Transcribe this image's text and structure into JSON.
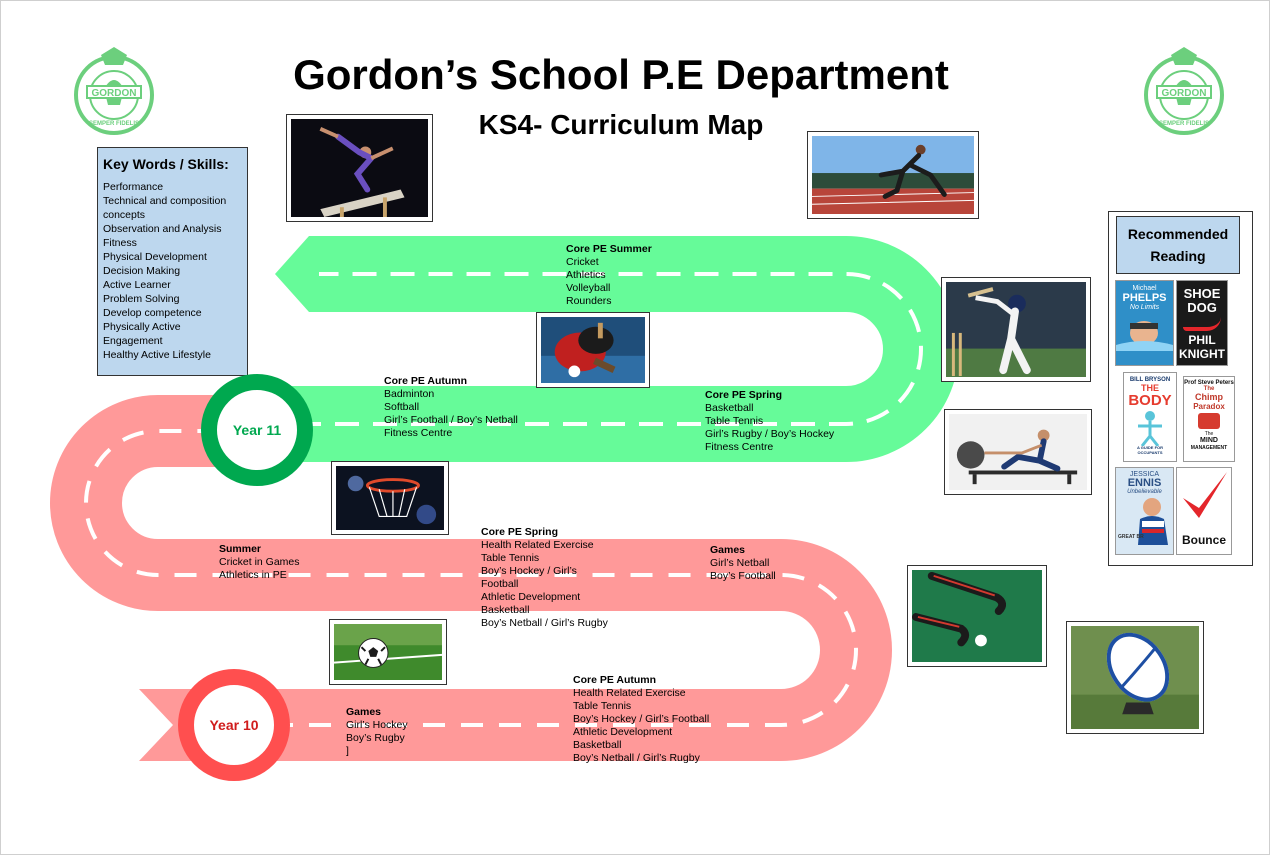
{
  "title": "Gordon’s School P.E Department",
  "subtitle": "KS4- Curriculum Map",
  "crest_text": [
    "GORDON",
    "SEMPER FIDELIS"
  ],
  "colors": {
    "year11_road": "#66fb99",
    "year10_road": "#ff9999",
    "year11_ring": "#00a84f",
    "year10_ring": "#ff4f4f",
    "panel_blue": "#bdd7ee",
    "crest_green": "#6ccf7d"
  },
  "key_words": {
    "heading": "Key Words / Skills:",
    "items": [
      "Performance",
      "Technical and composition concepts",
      "Observation and Analysis",
      "Fitness",
      "Physical Development",
      "Decision Making",
      "Active Learner",
      "Problem Solving",
      "Develop competence",
      "Physically Active",
      "Engagement",
      "Healthy Active Lifestyle"
    ]
  },
  "reading": {
    "heading": "Recommended Reading",
    "books": [
      {
        "icon": "phelps-book-icon",
        "lines": [
          "Michael",
          "PHELPS",
          "No Limits"
        ]
      },
      {
        "icon": "shoe-dog-book-icon",
        "lines": [
          "SHOE",
          "DOG",
          "PHIL",
          "KNIGHT"
        ]
      },
      {
        "icon": "the-body-book-icon",
        "lines": [
          "BILL BRYSON",
          "THE",
          "BODY",
          "A GUIDE FOR OCCUPANTS"
        ]
      },
      {
        "icon": "chimp-paradox-book-icon",
        "lines": [
          "Prof Steve Peters",
          "The",
          "Chimp",
          "Paradox",
          "The",
          "MIND",
          "MANAGEMENT"
        ]
      },
      {
        "icon": "unbelievable-book-icon",
        "lines": [
          "JESSICA",
          "ENNIS",
          "Unbelievable",
          "GREAT BR"
        ]
      },
      {
        "icon": "bounce-book-icon",
        "lines": [
          "Bounce"
        ]
      }
    ]
  },
  "year11": {
    "label": "Year 11",
    "summer": {
      "heading": "Core PE Summer",
      "items": [
        "Cricket",
        "Athletics",
        "Volleyball",
        "Rounders"
      ]
    },
    "autumn": {
      "heading": "Core PE Autumn",
      "items": [
        "Badminton",
        "Softball",
        "Girl’s Football / Boy’s Netball",
        "Fitness Centre"
      ]
    },
    "spring": {
      "heading": "Core PE Spring",
      "items": [
        "Basketball",
        "Table Tennis",
        "Girl’s Rugby / Boy’s Hockey",
        "Fitness Centre"
      ]
    }
  },
  "year10": {
    "label": "Year 10",
    "summer": {
      "heading": "Summer",
      "items": [
        "Cricket in Games",
        "Athletics in PE"
      ]
    },
    "spring": {
      "heading": "Core PE Spring",
      "items": [
        "Health Related Exercise",
        "Table Tennis",
        "Boy’s Hockey / Girl’s",
        "Football",
        "Athletic Development",
        "Basketball",
        "Boy’s Netball / Girl’s Rugby"
      ]
    },
    "games_top": {
      "heading": "Games",
      "items": [
        "Girl’s Netball",
        "Boy’s Football"
      ]
    },
    "autumn": {
      "heading": "Core PE Autumn",
      "items": [
        "Health Related Exercise",
        "Table Tennis",
        "Boy’s Hockey / Girl’s Football",
        "Athletic Development",
        "Basketball",
        "Boy’s Netball / Girl’s Rugby"
      ]
    },
    "games_bottom": {
      "heading": "Games",
      "items": [
        "Girl’s Hockey",
        "Boy’s Rugby",
        "]"
      ]
    }
  },
  "photos": {
    "gymnast": "gymnast-photo-icon",
    "sprinter": "sprinter-photo-icon",
    "table_tennis": "table-tennis-photo-icon",
    "cricket": "cricket-photo-icon",
    "rower": "rowing-machine-photo-icon",
    "netball": "netball-hoop-photo-icon",
    "football": "football-photo-icon",
    "hockey": "hockey-sticks-photo-icon",
    "rugby": "rugby-ball-photo-icon"
  }
}
